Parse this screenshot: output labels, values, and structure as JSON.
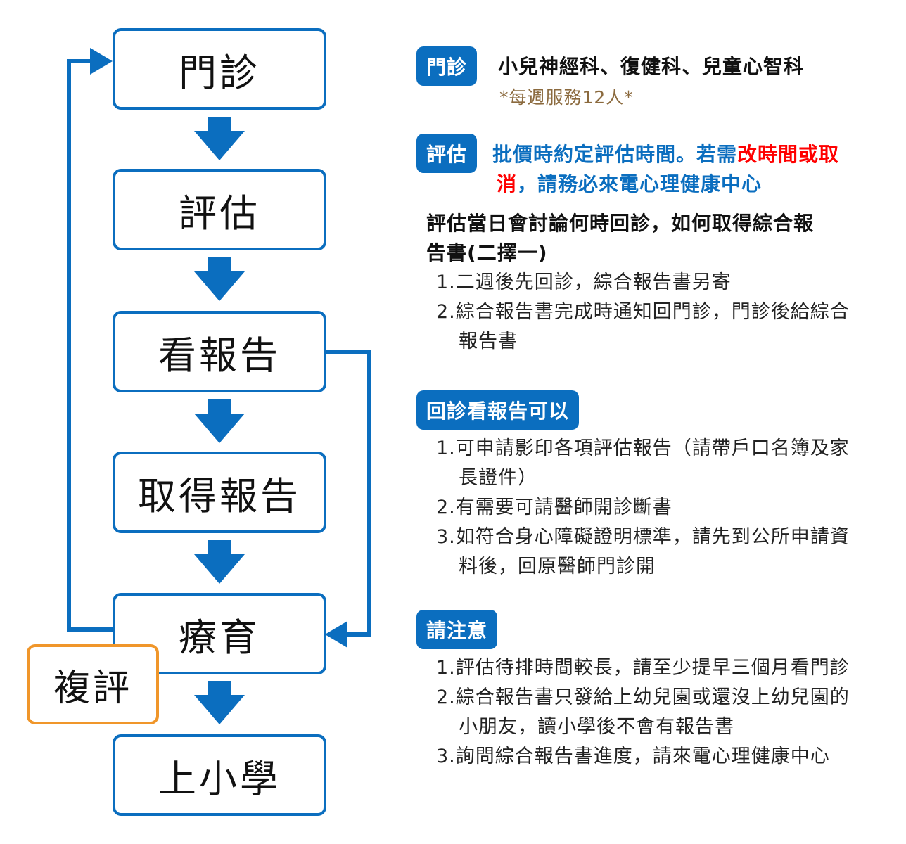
{
  "flow": {
    "steps": [
      "門診",
      "評估",
      "看報告",
      "取得報告",
      "療育",
      "上小學"
    ],
    "reassess": "複評"
  },
  "colors": {
    "primary": "#0B6EBF",
    "orange": "#F0962A",
    "red": "#FF0000",
    "brown": "#8B6A3E"
  },
  "clinic": {
    "badge": "門診",
    "departments": "小兒神經科、復健科、兒童心智科",
    "note": "*每週服務12人*"
  },
  "assessment": {
    "badge": "評估",
    "line1_blue": "批價時約定評估時間。若需",
    "line1_red": "改時間或取",
    "line2_red": "消",
    "line2_blue": "，請務必來電心理健康中心",
    "discussion_line1": "評估當日會討論何時回診，如何取得綜合報",
    "discussion_line2": "告書(二擇一)",
    "options": [
      "1.二週後先回診，綜合報告書另寄",
      "2.綜合報告書完成時通知回門診，門診後給綜合",
      "報告書"
    ]
  },
  "followup": {
    "badge": "回診看報告可以",
    "items": [
      "1.可申請影印各項評估報告（請帶戶口名簿及家",
      "長證件）",
      "2.有需要可請醫師開診斷書",
      "3.如符合身心障礙證明標準，請先到公所申請資",
      "料後，回原醫師門診開"
    ]
  },
  "notice": {
    "badge": "請注意",
    "items": [
      "1.評估待排時間較長，請至少提早三個月看門診",
      "2.綜合報告書只發給上幼兒園或還沒上幼兒園的",
      "小朋友，讀小學後不會有報告書",
      "3.詢問綜合報告書進度，請來電心理健康中心"
    ]
  }
}
